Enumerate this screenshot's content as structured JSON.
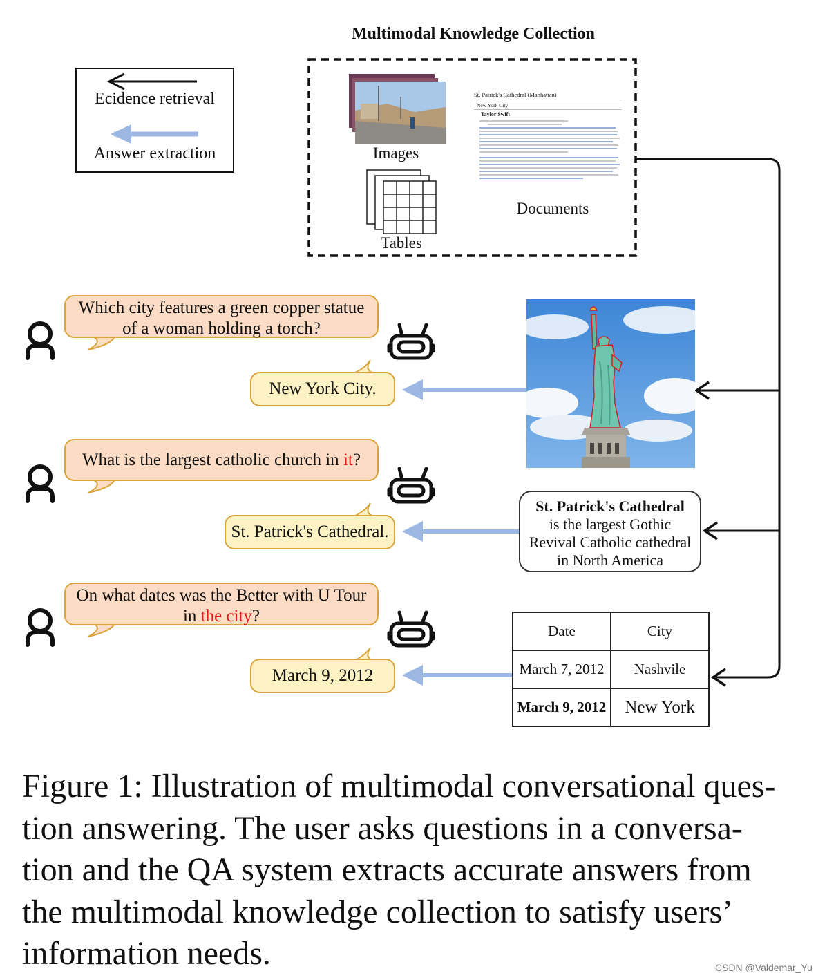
{
  "diagram": {
    "knowledge_collection_title": "Multimodal Knowledge Collection",
    "legend": {
      "evidence_label": "Ecidence retrieval",
      "answer_label": "Answer extraction"
    },
    "collection_items": {
      "images_label": "Images",
      "tables_label": "Tables",
      "documents_label": "Documents"
    },
    "document_preview": {
      "page_title": "St. Patrick's Cathedral (Manhattan)",
      "section": "New York City",
      "subsection": "Taylor Swift"
    },
    "turns": [
      {
        "question_line1": "Which city features a green copper statue",
        "question_line2": "of a woman holding a torch?",
        "answer": "New York City."
      },
      {
        "question_pre": "What is the largest catholic church in ",
        "question_highlight": "it",
        "question_post": "?",
        "answer": "St. Patrick's Cathedral."
      },
      {
        "question_line1": "On what dates was the Better with U Tour",
        "question_line2_pre": "in ",
        "question_line2_highlight": "the city",
        "question_line2_post": "?",
        "answer": "March 9, 2012"
      }
    ],
    "text_evidence": {
      "bold_line": "St. Patrick's Cathedral",
      "line2": "is the largest Gothic",
      "line3": "Revival Catholic cathedral",
      "line4": "in North America"
    },
    "table_evidence": {
      "headers": [
        "Date",
        "City"
      ],
      "rows": [
        [
          "March 7, 2012",
          "Nashvile"
        ],
        [
          "March 9, 2012",
          "New York"
        ]
      ]
    },
    "colors": {
      "question_fill": "#fcdcc4",
      "answer_fill": "#fdf2c4",
      "bubble_border": "#d9a53a",
      "answer_arrow": "#9db7e3",
      "highlight": "#e31a1a"
    }
  },
  "caption": {
    "line1": "Figure 1: Illustration of multimodal conversational ques-",
    "line2": "tion answering. The user asks questions in a conversa-",
    "line3": "tion and the QA system extracts accurate answers from",
    "line4": "the multimodal knowledge collection to satisfy users’",
    "line5": "information needs."
  },
  "watermark": "CSDN @Valdemar_Yu"
}
